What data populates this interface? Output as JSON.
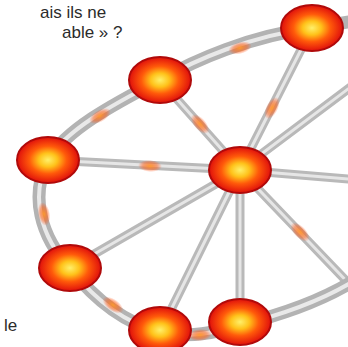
{
  "diagram": {
    "labels": [
      "ais ils ne",
      "able » ?",
      "le"
    ]
  }
}
